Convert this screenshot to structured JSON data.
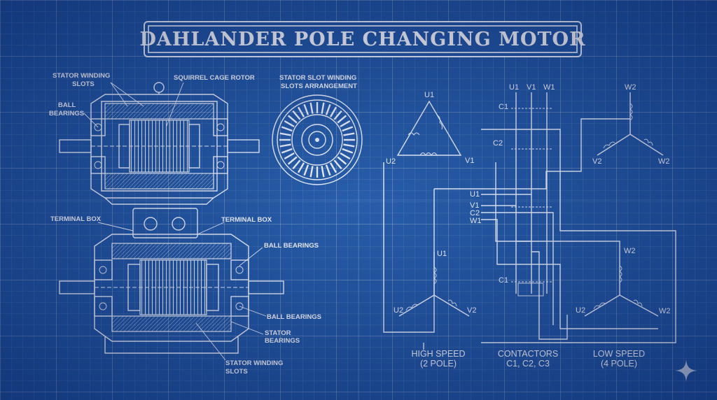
{
  "title": "DAHLANDER POLE CHANGING MOTOR",
  "labels": {
    "stator_winding_slots_top": [
      "STATOR WINDING",
      "SLOTS"
    ],
    "squirrel_cage_rotor": "SQUIRREL CAGE ROTOR",
    "ball_bearings_left": [
      "BALL",
      "BEARINGS"
    ],
    "stator_slot_arrangement": [
      "STATOR SLOT WINDING",
      "SLOTS ARRANGEMENT"
    ],
    "terminal_box_left": "TERMINAL BOX",
    "terminal_box_right": "TERMINAL BOX",
    "ball_bearings_right_top": "BALL BEARINGS",
    "ball_bearings_right_bottom": "BALL BEARINGS",
    "stator_bearings": [
      "STATOR",
      "BEARINGS"
    ],
    "stator_winding_slots_bottom": [
      "STATOR WINDING",
      "SLOTS"
    ]
  },
  "terminals": {
    "delta_top": "U1",
    "delta_left": "U2",
    "delta_right": "V1",
    "contactor_u1": "U1",
    "contactor_v1": "V1",
    "contactor_w1": "W1",
    "c1_top": "C1",
    "c2": "C2",
    "c1_bottom": "C1",
    "mid_u1": "U1",
    "mid_v1": "V1",
    "mid_c2": "C2",
    "mid_w1": "W1",
    "ls_top_w2": "W2",
    "ls_top_v2": "V2",
    "ls_top_w2_right": "W2",
    "hs_u1": "U1",
    "hs_u2": "U2",
    "hs_v2": "V2",
    "lb_w2": "W2",
    "lb_u2": "U2",
    "lb_w2_right": "W2"
  },
  "captions": {
    "high_speed": [
      "HIGH SPEED",
      "(2 POLE)"
    ],
    "contactors": [
      "CONTACTORS",
      "C1, C2, C3"
    ],
    "low_speed": [
      "LOW SPEED",
      "(4 POLE)"
    ]
  },
  "colors": {
    "background": "#1d55a6",
    "ink": "#eaf2ff"
  },
  "icons": [
    "sparkle-star-icon"
  ]
}
